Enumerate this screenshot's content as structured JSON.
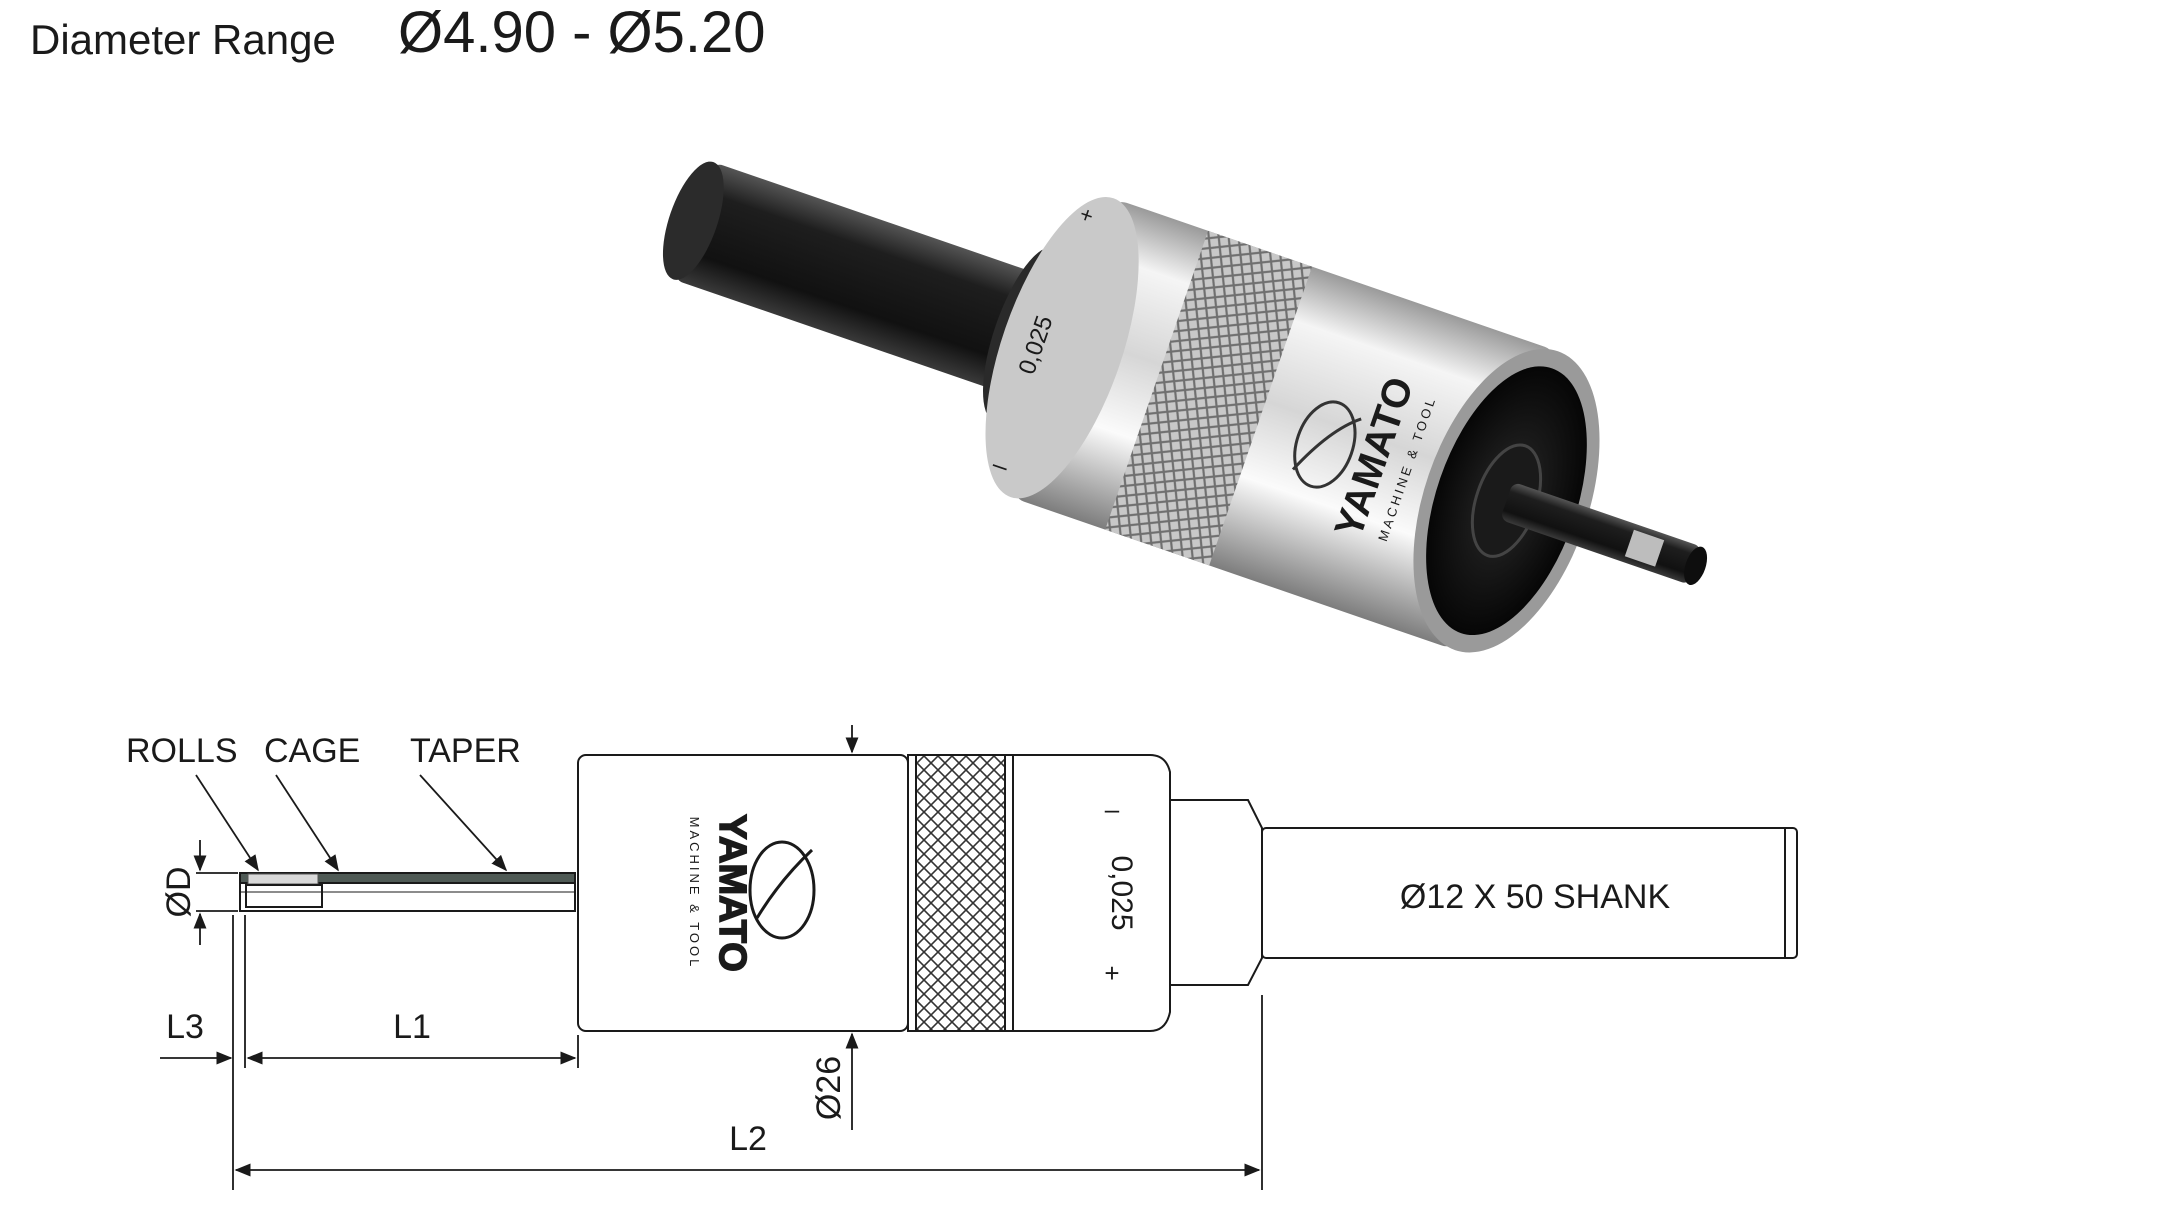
{
  "header": {
    "title_label": "Diameter Range",
    "range_value": "Ø4.90 - Ø5.20"
  },
  "product_render": {
    "brand": "YAMATO",
    "brand_sub": "MACHINE & TOOL",
    "scale_label": "0,025",
    "plus_sign": "+",
    "minus_sign": "–"
  },
  "drawing": {
    "callouts": {
      "rolls": "ROLLS",
      "cage": "CAGE",
      "taper": "TAPER"
    },
    "dim_d": "ØD",
    "dim_l1": "L1",
    "dim_l2": "L2",
    "dim_l3": "L3",
    "dim_body_dia": "Ø26",
    "shank_label": "Ø12 X 50 SHANK",
    "brand": "YAMATO",
    "brand_sub": "MACHINE & TOOL",
    "scale_label": "0,025",
    "plus_sign": "+",
    "minus_sign": "–"
  },
  "colors": {
    "line": "#1a1a1a",
    "steel_light": "#f4f4f4",
    "steel_dark": "#8f8f8f",
    "black_oxide": "#1c1c1c",
    "taper_green": "#4f5a55"
  }
}
